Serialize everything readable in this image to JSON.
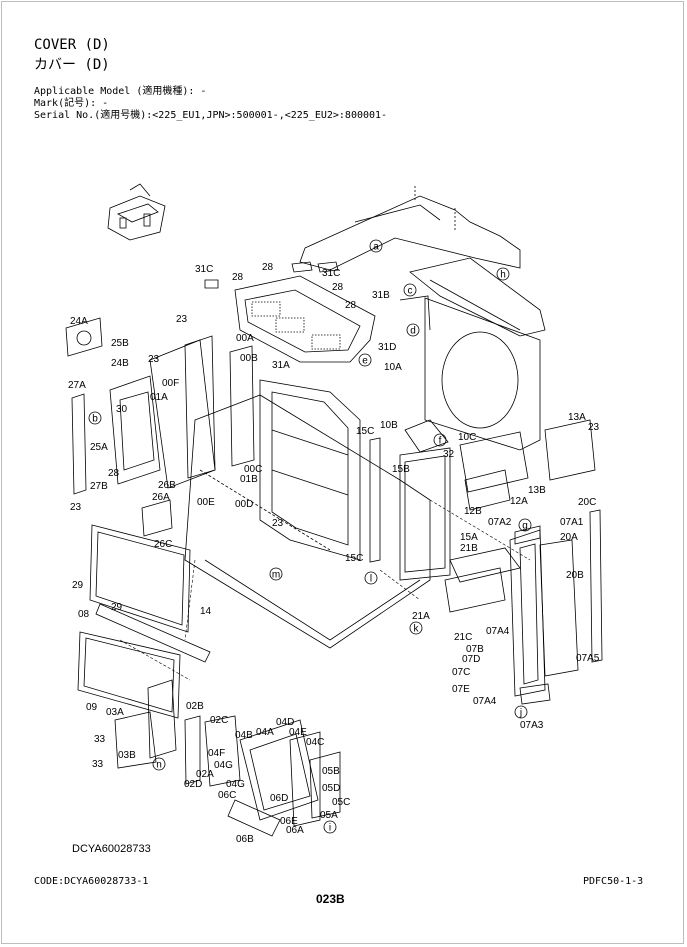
{
  "header": {
    "title_en": "COVER (D)",
    "title_jp": "カバー (D)",
    "applicable_model": "Applicable Model (適用機種): -",
    "mark": "Mark(記号): -",
    "serial_no": "Serial No.(適用号機):<225_EU1,JPN>:500001-,<225_EU2>:800001-"
  },
  "diagram": {
    "drawing_code": "DCYA60028733",
    "part_labels": [
      "31C",
      "28",
      "28",
      "31C",
      "28",
      "31B",
      "28",
      "31D",
      "31A",
      "24A",
      "25B",
      "24B",
      "23",
      "23",
      "00A",
      "00B",
      "01A",
      "00F",
      "27A",
      "30",
      "25A",
      "27B",
      "28",
      "23",
      "26B",
      "26A",
      "26C",
      "00C",
      "01B",
      "00E",
      "00D",
      "23",
      "10A",
      "10B",
      "10C",
      "15C",
      "15B",
      "15C",
      "32",
      "12A",
      "12B",
      "13A",
      "13B",
      "23",
      "20C",
      "07A1",
      "20A",
      "20B",
      "07A2",
      "15A",
      "21B",
      "21A",
      "21C",
      "07A4",
      "07B",
      "07D",
      "07C",
      "07E",
      "07A4",
      "07A3",
      "07A5",
      "29",
      "08",
      "29",
      "14",
      "09",
      "03A",
      "03B",
      "02B",
      "02C",
      "02A",
      "02D",
      "04A",
      "04B",
      "04D",
      "04E",
      "04C",
      "04F",
      "04G",
      "04G",
      "06C",
      "06D",
      "06E",
      "06A",
      "06B",
      "05B",
      "05D",
      "05C",
      "05A",
      "33",
      "33"
    ],
    "callouts": [
      "a",
      "b",
      "c",
      "d",
      "e",
      "f",
      "g",
      "h",
      "i",
      "j",
      "k",
      "l",
      "m",
      "n"
    ]
  },
  "footer": {
    "code": "CODE:DCYA60028733-1",
    "page_id": "PDFC50-1-3",
    "page_number": "023B"
  }
}
